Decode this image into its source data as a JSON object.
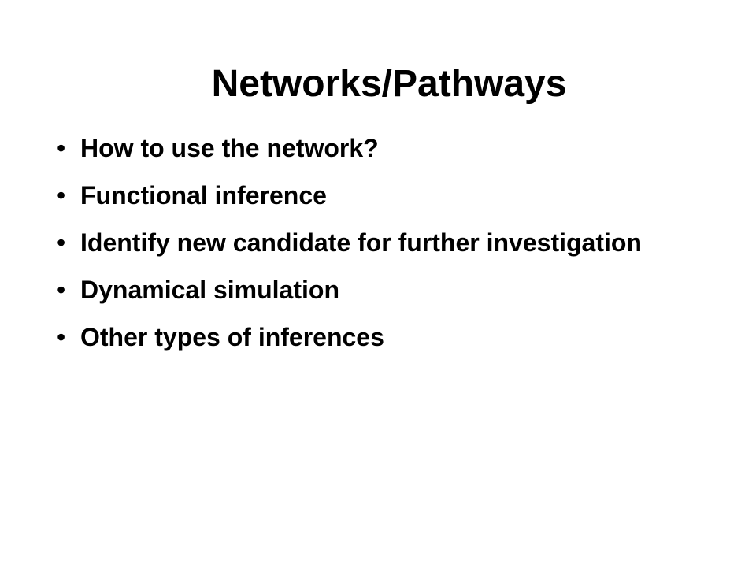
{
  "slide": {
    "title": "Networks/Pathways",
    "bullet_glyph": "•",
    "bullets": [
      "How to use the network?",
      "Functional inference",
      "Identify new candidate for further investigation",
      "Dynamical simulation",
      "Other types of inferences"
    ]
  }
}
